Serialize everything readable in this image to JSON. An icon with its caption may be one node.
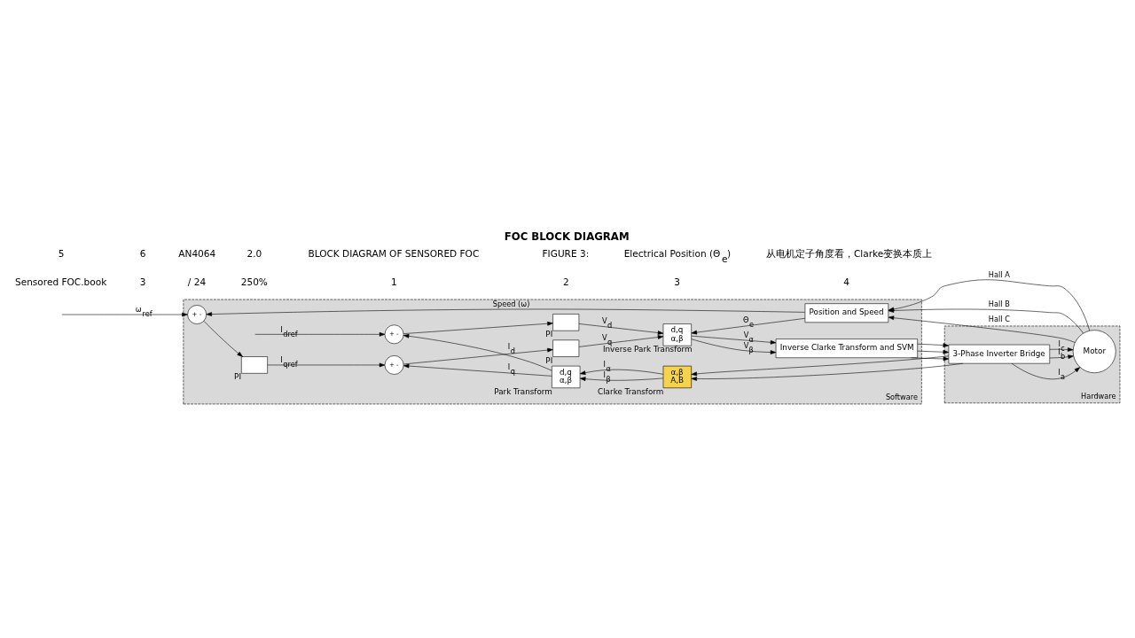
{
  "diagram": {
    "title": "FOC BLOCK DIAGRAM",
    "nodes": [
      {
        "text": [
          "Software"
        ]
      },
      {
        "text": [
          "Hardware"
        ]
      },
      {
        "text": [
          "+",
          "-"
        ],
        "in": 0
      },
      {
        "text": [],
        "shape": "box",
        "beside": [
          "PI"
        ],
        "in": 0
      },
      {
        "text": [
          "+",
          "-"
        ],
        "in": 0
      },
      {
        "text": [],
        "shape": "box",
        "beside": [
          "PI"
        ],
        "in": 0
      },
      {
        "text": [
          "+",
          "-"
        ],
        "in": 0
      },
      {
        "text": [],
        "shape": "box",
        "beside": [
          "PI"
        ],
        "in": 0
      },
      {
        "text": [
          "d,q",
          "α,β"
        ],
        "beside": [
          "Inverse Park Transform"
        ],
        "in": 0
      },
      {
        "text": [
          "Inverse Clarke Transform and SVM"
        ],
        "in": 0
      },
      {
        "text": [
          "d,q",
          "α,β"
        ],
        "beside": [
          "Park Transform"
        ],
        "in": 0
      },
      {
        "text": [
          "α,β",
          "A,B"
        ],
        "beside": [
          "Clarke Transform"
        ],
        "in": 0
      },
      {
        "text": [
          "Position and Speed"
        ],
        "in": 0
      },
      {
        "text": [
          "3-Phase Inverter Bridge"
        ],
        "in": 1
      },
      {
        "text": [
          "Motor"
        ],
        "in": 1
      }
    ],
    "edges": [
      {
        "from": null,
        "to": 2,
        "arrow": "to",
        "label": "ω$_{ref}$"
      },
      {
        "from": 2,
        "to": 3,
        "arrow": "to"
      },
      {
        "from": 3,
        "to": 4,
        "arrow": "to",
        "label": "I$_{qref}$"
      },
      {
        "from": 4,
        "to": 5,
        "arrow": "to"
      },
      {
        "from": 5,
        "to": 8,
        "arrow": "to",
        "label": "V$_{q}$"
      },
      {
        "from": null,
        "to": 6,
        "arrow": "to",
        "label": "I$_{dref}$"
      },
      {
        "from": 6,
        "to": 7,
        "arrow": "to"
      },
      {
        "from": 7,
        "to": 8,
        "arrow": "to",
        "label": "V$_{d}$"
      },
      {
        "from": 8,
        "to": 9,
        "arrow": "to",
        "label": "V$_{α}$"
      },
      {
        "from": 8,
        "to": 9,
        "arrow": "to",
        "label": "V$_{β}$"
      },
      {
        "from": 9,
        "to": 13,
        "arrow": "to"
      },
      {
        "from": 9,
        "to": 13,
        "arrow": "to"
      },
      {
        "from": 9,
        "to": 13,
        "arrow": "to"
      },
      {
        "from": 13,
        "to": 14,
        "arrow": "to",
        "label": "I$_{a}$"
      },
      {
        "from": 13,
        "to": 14,
        "arrow": "to",
        "label": "I$_{b}$"
      },
      {
        "from": 13,
        "to": 14,
        "arrow": "to",
        "label": "I$_{c}$"
      },
      {
        "from": 13,
        "to": 11,
        "arrow": "to"
      },
      {
        "from": 13,
        "to": 11,
        "arrow": "to"
      },
      {
        "from": 11,
        "to": 10,
        "arrow": "to",
        "label": "I$_{α}$"
      },
      {
        "from": 11,
        "to": 10,
        "arrow": "to",
        "label": "I$_{β}$"
      },
      {
        "from": 10,
        "to": 4,
        "arrow": "to",
        "label": "I$_{q}$"
      },
      {
        "from": 10,
        "to": 6,
        "arrow": "to",
        "label": "I$_{d}$"
      },
      {
        "from": 12,
        "to": 8,
        "arrow": "to",
        "label": "Θ$_{e}$"
      },
      {
        "from": 12,
        "to": 2,
        "arrow": "to",
        "label": "Speed (ω)"
      },
      {
        "from": 14,
        "to": 12,
        "arrow": "to",
        "label": "Hall A"
      },
      {
        "from": 14,
        "to": 12,
        "arrow": "to",
        "label": "Hall B"
      },
      {
        "from": 14,
        "to": 12,
        "arrow": "to",
        "label": "Hall C"
      }
    ],
    "labels": [
      "Sensored FOC.book",
      "3",
      "/ 24",
      "250%",
      "1",
      "2",
      "3",
      "4",
      "5",
      "6",
      "AN4064",
      "2.0",
      "BLOCK DIAGRAM OF SENSORED FOC",
      "FIGURE 3:",
      "Electrical Position (Θ$_{e}$)",
      "从电机定子角度看，Clarke变换本质上"
    ]
  }
}
